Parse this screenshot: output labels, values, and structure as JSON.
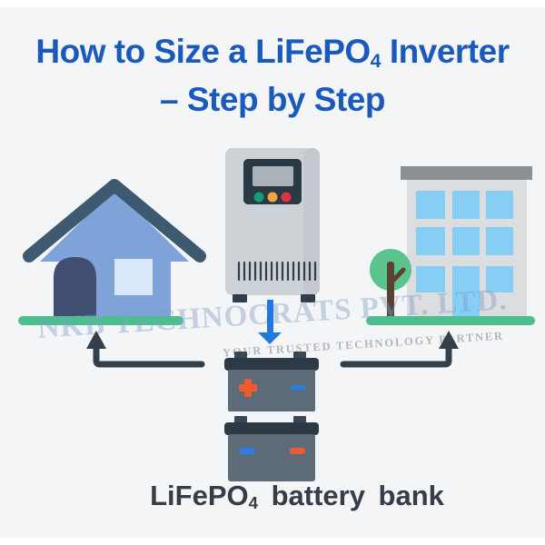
{
  "title": {
    "line1_pre": "How to Size a LiFePO",
    "line1_sub": "4",
    "line1_post": " Inverter",
    "line2": "– Step by Step"
  },
  "watermark": {
    "main": "NKB TECHNOCRATS PVT. LTD.",
    "tagline": "YOUR TRUSTED TECHNOLOGY PARTNER"
  },
  "battery_label": {
    "pre": "LiFePO",
    "sub": "4",
    "post": " battery bank"
  },
  "icons": {
    "house": "house-icon",
    "inverter": "inverter-icon",
    "building": "building-icon",
    "tree": "tree-icon",
    "battery_bank": "battery-bank-icon",
    "down_arrow": "down-arrow-icon",
    "elbow_arrow_left": "elbow-arrow-up-left-icon",
    "elbow_arrow_right": "elbow-arrow-up-right-icon"
  },
  "colors": {
    "background": "#f4f5f7",
    "frame_white": "#ffffff",
    "title_blue": "#1b5abd",
    "house_roof": "#3e5a70",
    "house_body": "#7fa3d8",
    "house_door": "#414f72",
    "house_window": "#d9e7f9",
    "ground_green": "#4dbf8e",
    "inverter_body": "#cdd2d6",
    "inverter_body_shade": "#c3c9ce",
    "inverter_panel": "#2b3945",
    "inverter_screen": "#aab2b8",
    "light_green": "#129e79",
    "light_amber": "#f0a63c",
    "light_red": "#e1333f",
    "inverter_dark": "#323e4a",
    "building_roof": "#8b9094",
    "building_body": "#dbdddf",
    "building_window": "#86cef4",
    "tree_green": "#5ac48c",
    "tree_trunk": "#5a4232",
    "battery_body": "#5d6b79",
    "battery_cap": "#2d3945",
    "battery_terminal": "#3a4754",
    "plus_orange": "#f15a31",
    "minus_blue": "#2e7ce0",
    "arrow_blue": "#2478dd",
    "arrow_dark": "#33404b",
    "label_dark": "#333e48",
    "watermark_blue": "rgba(125,157,196,0.42)",
    "watermark_gray": "rgba(122,131,141,0.55)"
  }
}
